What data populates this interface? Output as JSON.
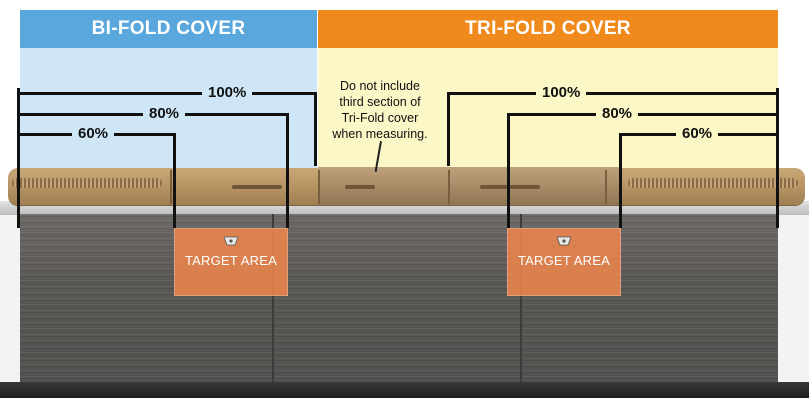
{
  "banners": {
    "bifold": "BI-FOLD COVER",
    "trifold": "TRI-FOLD COVER"
  },
  "bifold_measurements": {
    "full": "100%",
    "mid": "80%",
    "short": "60%"
  },
  "trifold_measurements": {
    "full": "100%",
    "mid": "80%",
    "short": "60%"
  },
  "note": {
    "line1": "Do not include",
    "line2": "third section of",
    "line3": "Tri-Fold cover",
    "line4": "when measuring."
  },
  "target_areas": [
    {
      "label": "TARGET AREA",
      "icon": "cover-lock-icon"
    },
    {
      "label": "TARGET AREA",
      "icon": "cover-lock-icon"
    }
  ],
  "colors": {
    "bifold_banner": "#5aa7de",
    "trifold_banner": "#f08a1d",
    "bifold_zone": "#cfe6f7",
    "trifold_zone": "#fbf7c6",
    "target_area": "#ec854c"
  }
}
